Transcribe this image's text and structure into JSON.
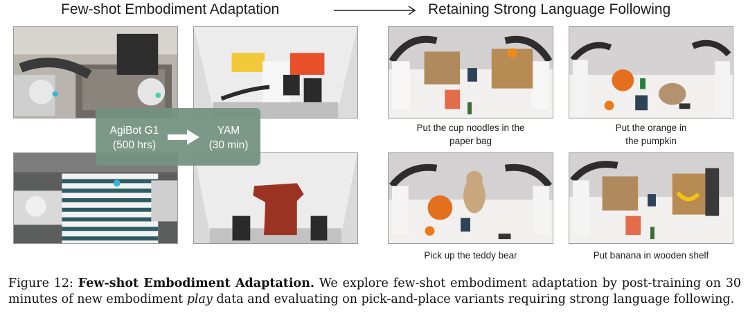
{
  "headings": {
    "left": "Few-shot Embodiment Adaptation",
    "right": "Retaining Strong Language Following"
  },
  "transfer_box": {
    "source_name": "AgiBot G1",
    "source_amount": "(500 hrs)",
    "target_name": "YAM",
    "target_amount": "(30 min)"
  },
  "task_captions": [
    {
      "line1": "Put the cup noodles in the",
      "line2": "paper bag"
    },
    {
      "line1": "Put the orange in",
      "line2": "the pumpkin"
    },
    {
      "line1": "Pick up the teddy bear",
      "line2": ""
    },
    {
      "line1": "Put banana in wooden shelf",
      "line2": ""
    }
  ],
  "figure_caption": {
    "label": "Figure 12:",
    "title": "Few-shot Embodiment Adaptation.",
    "text_part1": "We explore few-shot embodiment adaptation by post-training on 30 minutes of new embodiment",
    "emphasis": "play",
    "text_part2": "data and evaluating on pick-and-place variants requiring strong language following."
  }
}
